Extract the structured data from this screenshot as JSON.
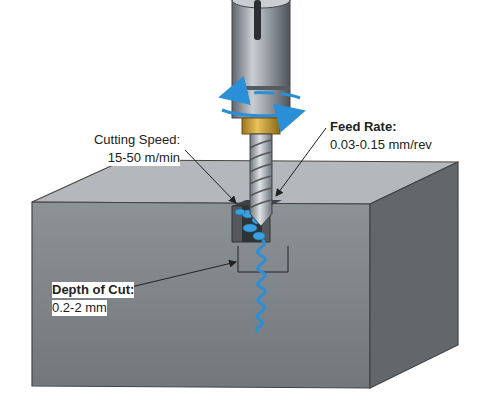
{
  "diagram": {
    "labels": [
      "Cutting Speed:",
      "15-50 m/min",
      "Feed Rate:",
      "0.03-0.15 mm/rev",
      "Depth of Cut:",
      "0.2-2 mm"
    ]
  }
}
